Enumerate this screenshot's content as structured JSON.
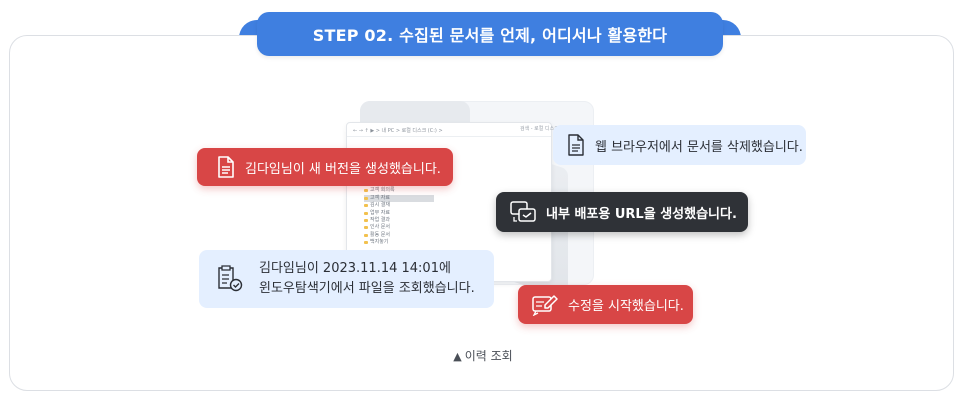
{
  "header": {
    "title": "STEP 02. 수집된 문서를 언제, 어디서나 활용한다"
  },
  "explorer": {
    "path": "←  →  ↑  ▶  > 내 PC > 로컬 디스크 (C:) >",
    "search": "검색 - 로컬 디스크",
    "tree": [
      "고객 사내문서",
      "고객 회의록",
      "고객 자료",
      "김시 결재",
      "업무 자료",
      "작업 결과",
      "인사 문서",
      "활동 문서",
      "백지놓기"
    ]
  },
  "notifications": [
    {
      "id": "new-version",
      "text": "김다임님이 새 버전을 생성했습니다.",
      "style": "red",
      "icon": "document-icon"
    },
    {
      "id": "web-delete",
      "text": "웹 브라우저에서 문서를 삭제했습니다.",
      "style": "light",
      "icon": "document-icon"
    },
    {
      "id": "internal-url",
      "text": "내부 배포용 URL을 생성했습니다.",
      "style": "dark",
      "icon": "share-link-icon"
    },
    {
      "id": "history-view",
      "line1": "김다임님이 2023.11.14 14:01에",
      "line2": "윈도우탐색기에서 파일을 조회했습니다.",
      "style": "light",
      "icon": "checklist-icon"
    },
    {
      "id": "edit-start",
      "text": "수정을 시작했습니다.",
      "style": "red",
      "icon": "edit-icon"
    }
  ],
  "caption": {
    "marker": "▲",
    "text": "이력 조회"
  },
  "colors": {
    "accent_blue": "#3f7fe0",
    "alert_red": "#d84646",
    "dark": "#2f3237",
    "light_blue": "#e4efff"
  }
}
